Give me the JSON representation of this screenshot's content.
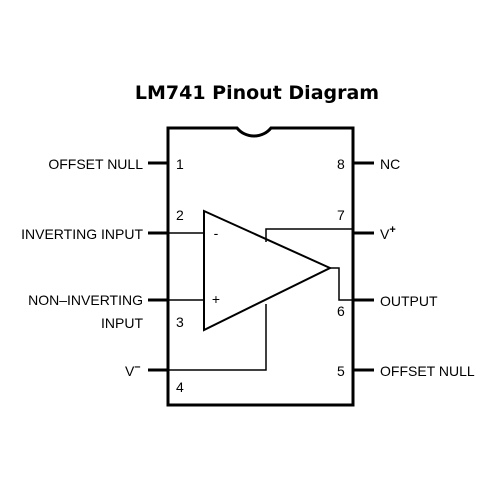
{
  "title": "LM741 Pinout Diagram",
  "pins": {
    "p1": {
      "number": "1",
      "label": "OFFSET NULL"
    },
    "p2": {
      "number": "2",
      "label": "INVERTING INPUT"
    },
    "p3": {
      "number": "3",
      "label_line1": "NON–INVERTING",
      "label_line2": "INPUT"
    },
    "p4": {
      "number": "4",
      "label_base": "V",
      "label_sup": "–"
    },
    "p5": {
      "number": "5",
      "label": "OFFSET NULL"
    },
    "p6": {
      "number": "6",
      "label": "OUTPUT"
    },
    "p7": {
      "number": "7",
      "label_base": "V",
      "label_sup": "+"
    },
    "p8": {
      "number": "8",
      "label": "NC"
    }
  },
  "opamp": {
    "minus_sign": "-",
    "plus_sign": "+"
  }
}
